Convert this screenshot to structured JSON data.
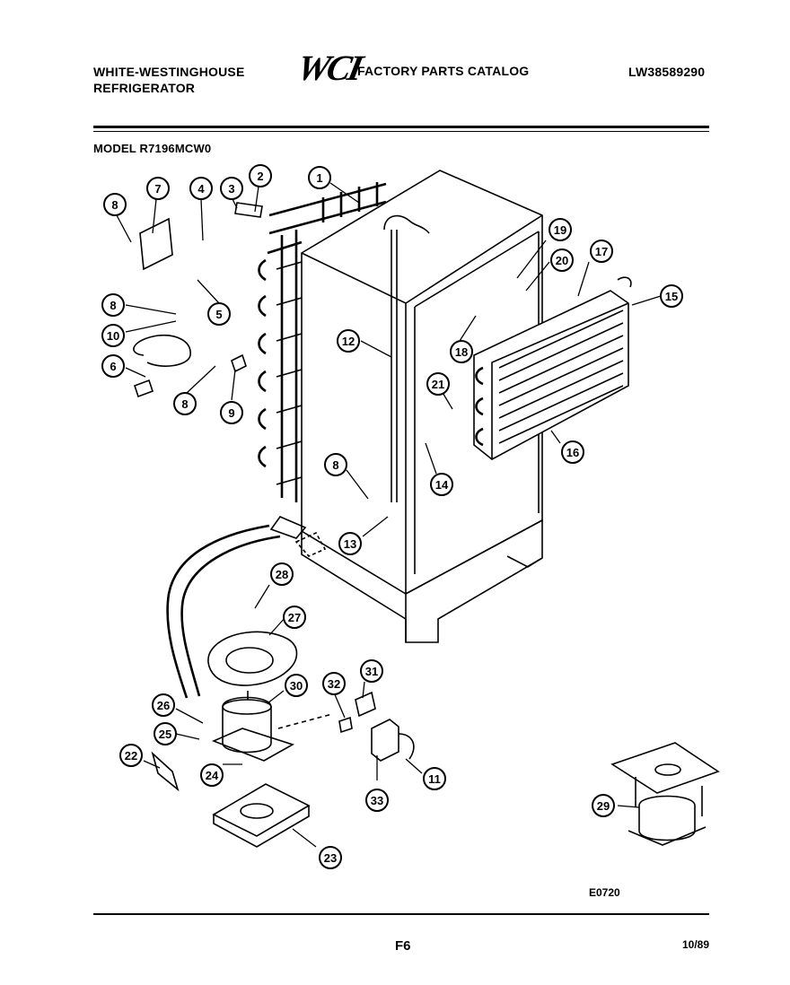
{
  "header": {
    "brand_line1": "WHITE-WESTINGHOUSE",
    "brand_line2": "REFRIGERATOR",
    "logo_text": "WCI",
    "catalog_title": "FACTORY PARTS CATALOG",
    "catalog_number": "LW38589290"
  },
  "model": {
    "label": "MODEL R7196MCW0"
  },
  "figure": {
    "drawing_code": "E0720"
  },
  "footer": {
    "page_code": "F6",
    "date": "10/89"
  },
  "callouts": [
    {
      "label": "1"
    },
    {
      "label": "2"
    },
    {
      "label": "3"
    },
    {
      "label": "4"
    },
    {
      "label": "7"
    },
    {
      "label": "8"
    },
    {
      "label": "8"
    },
    {
      "label": "10"
    },
    {
      "label": "5"
    },
    {
      "label": "6"
    },
    {
      "label": "8"
    },
    {
      "label": "9"
    },
    {
      "label": "12"
    },
    {
      "label": "8"
    },
    {
      "label": "13"
    },
    {
      "label": "14"
    },
    {
      "label": "21"
    },
    {
      "label": "18"
    },
    {
      "label": "19"
    },
    {
      "label": "20"
    },
    {
      "label": "17"
    },
    {
      "label": "15"
    },
    {
      "label": "16"
    },
    {
      "label": "28"
    },
    {
      "label": "27"
    },
    {
      "label": "30"
    },
    {
      "label": "32"
    },
    {
      "label": "31"
    },
    {
      "label": "26"
    },
    {
      "label": "25"
    },
    {
      "label": "22"
    },
    {
      "label": "24"
    },
    {
      "label": "33"
    },
    {
      "label": "11"
    },
    {
      "label": "23"
    },
    {
      "label": "29"
    }
  ]
}
